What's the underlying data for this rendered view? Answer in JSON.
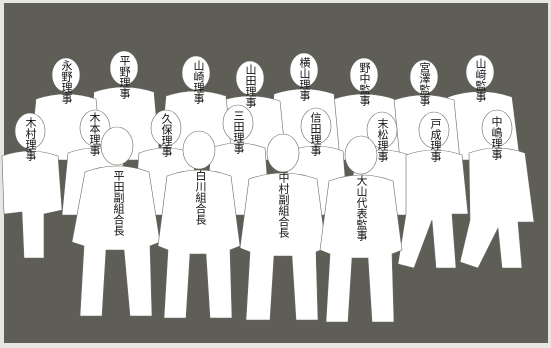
{
  "members": [
    {
      "id": "kimura",
      "name": "木村理事"
    },
    {
      "id": "nagano",
      "name": "永野理事"
    },
    {
      "id": "kimoto",
      "name": "木本理事"
    },
    {
      "id": "hirano",
      "name": "平野理事"
    },
    {
      "id": "hirata",
      "name": "平田副組合長"
    },
    {
      "id": "kubo",
      "name": "久保理事"
    },
    {
      "id": "yamasaki",
      "name": "山崎理事"
    },
    {
      "id": "shirakawa",
      "name": "白川組合長"
    },
    {
      "id": "yamada",
      "name": "山田理事"
    },
    {
      "id": "mita",
      "name": "三田理事"
    },
    {
      "id": "yokoyama",
      "name": "横山理事"
    },
    {
      "id": "nakamura",
      "name": "中村副組合長"
    },
    {
      "id": "nobuta",
      "name": "信田理事"
    },
    {
      "id": "nonaka",
      "name": "野中監事"
    },
    {
      "id": "oyama",
      "name": "大山代表監事"
    },
    {
      "id": "suematsu",
      "name": "末松理事"
    },
    {
      "id": "miyazawa",
      "name": "宮澤監事"
    },
    {
      "id": "tonari",
      "name": "戸成理事"
    },
    {
      "id": "yamazaki2",
      "name": "山﨑監事"
    },
    {
      "id": "nakajima",
      "name": "中嶋理事"
    }
  ]
}
